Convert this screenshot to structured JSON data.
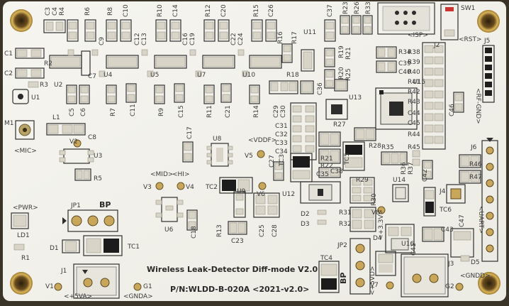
{
  "board": {
    "title": "Wireless Leak-Detector Diff-mode V2.0",
    "part_number": "P/N:WLDD-B-020A <2021-v2.0>",
    "colors": {
      "pcb": "#f3f1ea",
      "silk": "#333333",
      "pad": "#d8d4c8",
      "background": "#3a3428"
    }
  },
  "labels": {
    "isp": "<ISP>",
    "rst": "<RST>",
    "mic": "<MIC>",
    "pwr": "<PWR>",
    "vddf": "<VDDF>",
    "mid": "<MID>",
    "hi": "<HI>",
    "bp": "BP",
    "bp2": "BP",
    "plus5va": "<+5VA>",
    "gnda": "<GNDA>",
    "plus3v": "<+3.3V>",
    "plus5vd": "<+5VD>",
    "gndd": "<GNDD>",
    "uart": "<UART>",
    "rf_gnd": "<RF-GND>"
  },
  "refs": {
    "c1": "C1",
    "c2": "C2",
    "r2": "R2",
    "r3": "R3",
    "u1": "U1",
    "u2": "U2",
    "c3": "C3",
    "c4": "C4",
    "r4": "R4",
    "r6": "R6",
    "c9": "C9",
    "r8": "R8",
    "c10": "C10",
    "r10": "R10",
    "c14": "C14",
    "r12": "R12",
    "c20": "C20",
    "r15": "R15",
    "c26": "C26",
    "c37": "C37",
    "r23": "R23",
    "r26": "R26",
    "r33": "R33",
    "sw1": "SW1",
    "j2": "J2",
    "c12": "C12",
    "c13": "C13",
    "c16": "C16",
    "c19": "C19",
    "c22": "C22",
    "c24": "C24",
    "r16": "R16",
    "r17": "R17",
    "u11": "U11",
    "r18": "R18",
    "r19": "R19",
    "r21": "R21",
    "r20": "R20",
    "r25": "R25",
    "r34": "R34",
    "c39": "C39",
    "c40": "C40",
    "r38": "R38",
    "r39": "R39",
    "r40": "R40",
    "r41": "R41",
    "r42": "R42",
    "r43": "R43",
    "c44": "C44",
    "c45": "C45",
    "r44": "R44",
    "r45": "R45",
    "c46": "C46",
    "j5": "J5",
    "u3": "U3",
    "u4": "U4",
    "u5": "U5",
    "u7": "U7",
    "u10": "U10",
    "c7": "C7",
    "c5": "C5",
    "c6": "C6",
    "r7": "R7",
    "c11": "C11",
    "r9": "R9",
    "c15": "C15",
    "r11": "R11",
    "c21": "C21",
    "r14": "R14",
    "c29": "C29",
    "c30": "C30",
    "c31": "C31",
    "c32": "C32",
    "c33": "C33",
    "c34": "C34",
    "c36": "C36",
    "u13": "U13",
    "u15": "U15",
    "m1": "M1",
    "l1": "L1",
    "c8": "C8",
    "v2": "V2",
    "r5": "R5",
    "c17": "C17",
    "u8": "U8",
    "v5": "V5",
    "r27": "R27",
    "r28": "R28",
    "r35": "R35",
    "r36": "R36",
    "r37": "R37",
    "j6": "J6",
    "r46": "R46",
    "r47": "R47",
    "r21b": "R21",
    "r22": "R22",
    "tc5": "TC5",
    "c35": "C35",
    "c38": "C38",
    "c27": "C27",
    "tc3": "TC3",
    "v3": "V3",
    "v4": "V4",
    "tc2": "TC2",
    "v6": "V6",
    "r29": "R29",
    "r30": "R30",
    "u12": "U12",
    "u14": "U14",
    "c42": "C42",
    "j4": "J4",
    "jp1": "JP1",
    "u6": "U6",
    "c18": "C18",
    "r13": "R13",
    "u9": "U9",
    "c23": "C23",
    "c25": "C25",
    "c28": "C28",
    "d2": "D2",
    "d3": "D3",
    "r31": "R31",
    "r32": "R32",
    "v8": "V8",
    "tc6": "TC6",
    "c47": "C47",
    "c43": "C43",
    "ld1": "LD1",
    "r1": "R1",
    "d1": "D1",
    "tc1": "TC1",
    "j1": "J1",
    "v1": "V1",
    "g1": "G1",
    "jp2": "JP2",
    "tc4": "TC4",
    "d4": "D4",
    "u16": "U16",
    "c41": "C41",
    "d5": "D5",
    "j3": "J3",
    "v7": "V7",
    "g2": "G2"
  }
}
